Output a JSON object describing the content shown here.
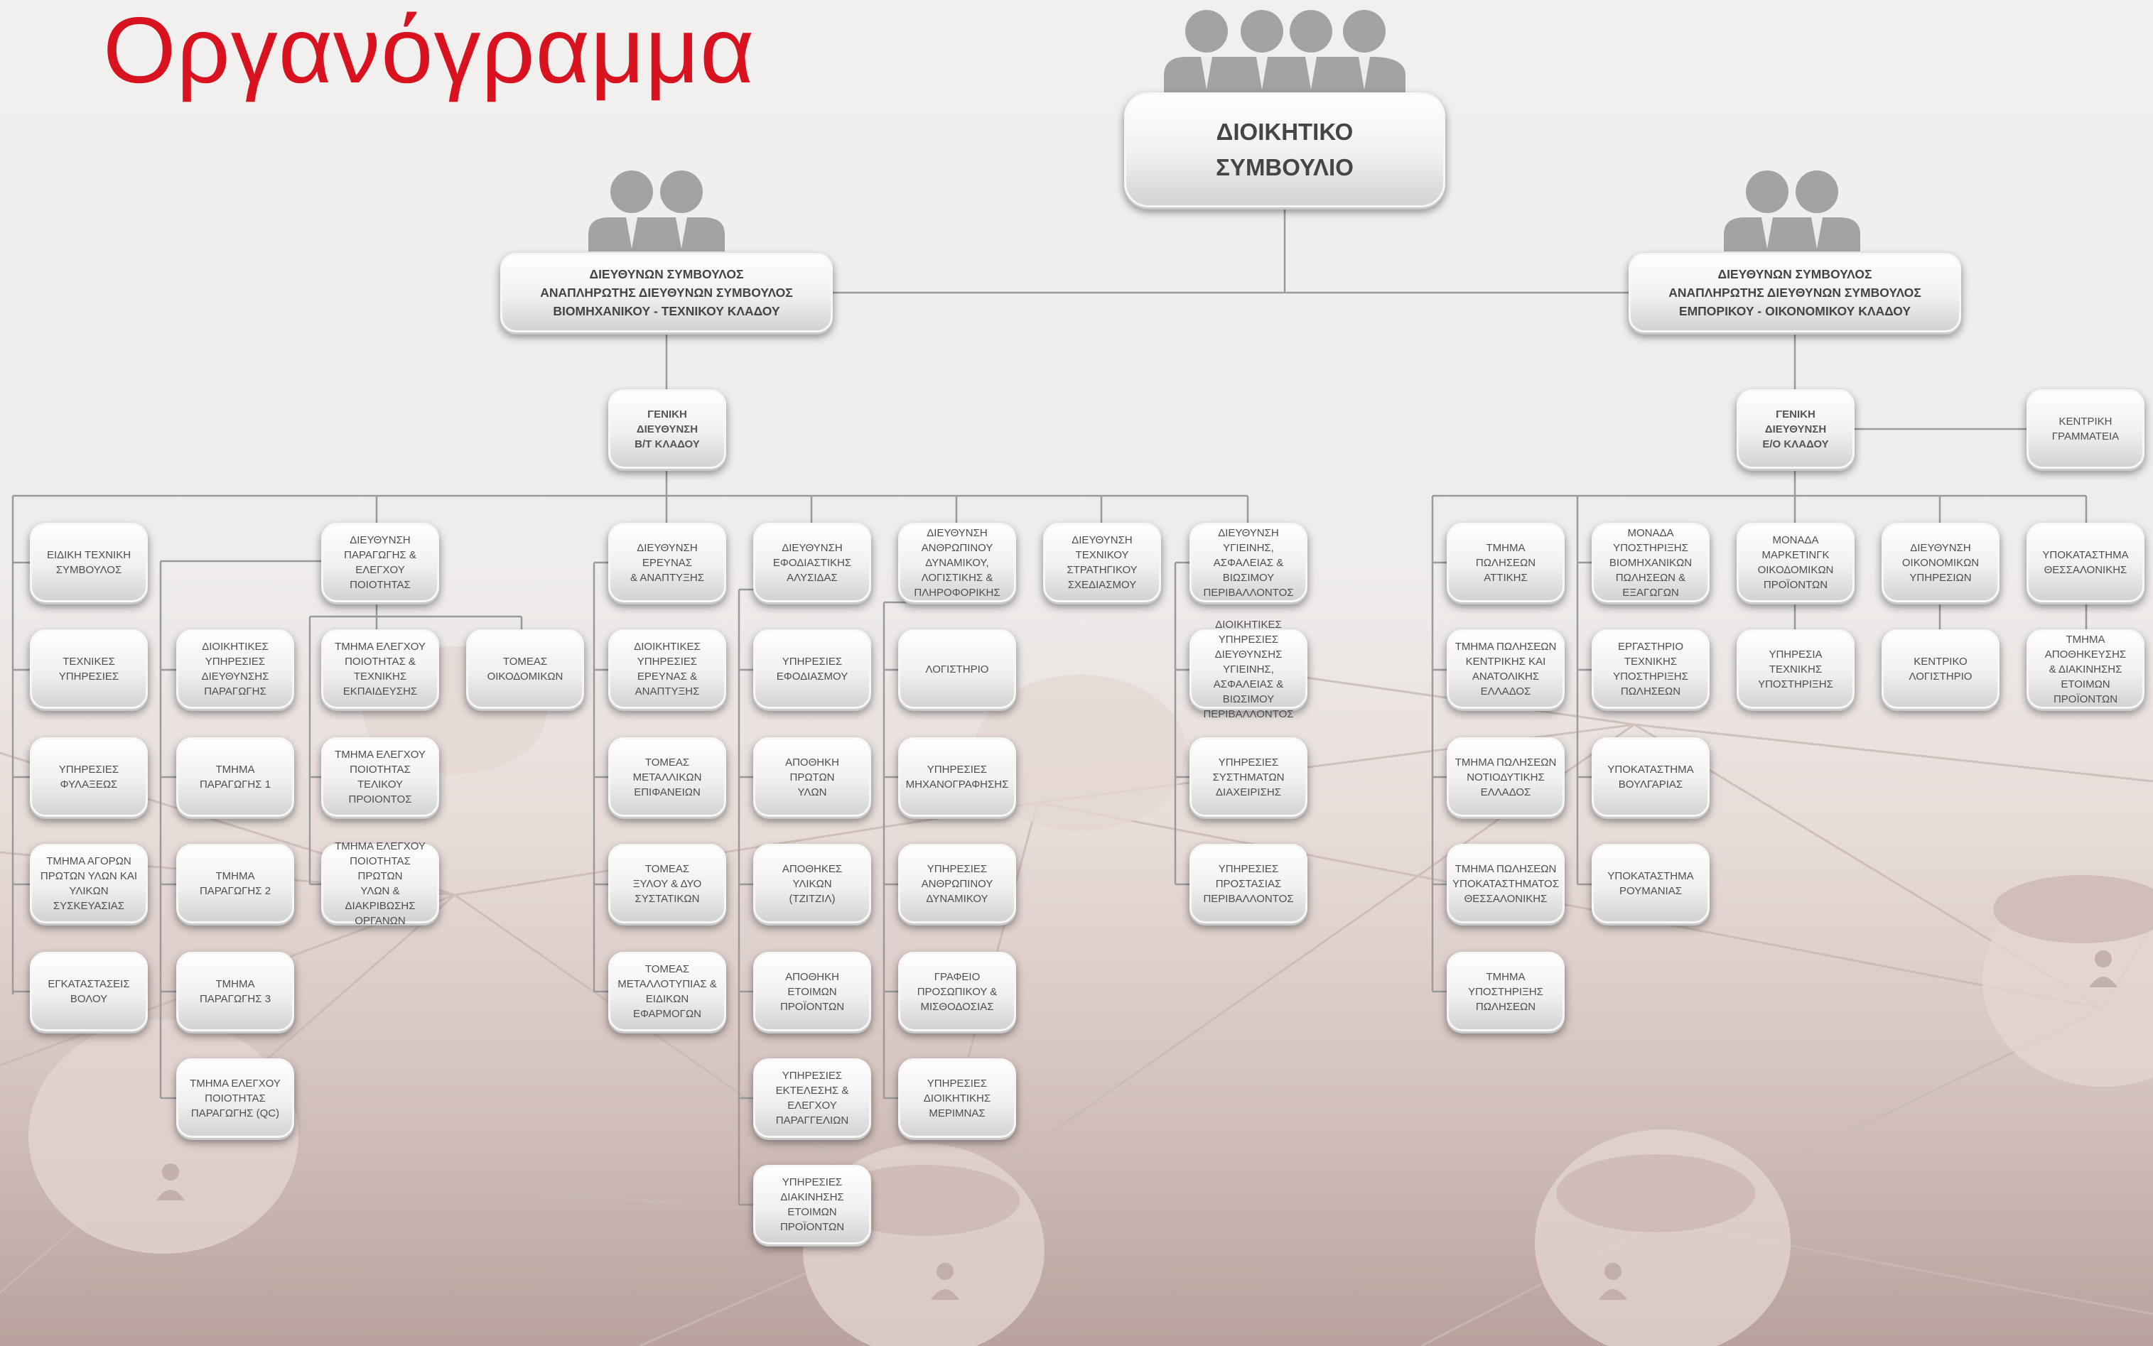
{
  "title": "Οργανόγραμμα",
  "board": {
    "label": "ΔΙΟΙΚΗΤΙΚΟ\nΣΥΜΒΟΥΛΙΟ"
  },
  "left_exec": {
    "label": "ΔΙΕΥΘΥΝΩΝ ΣΥΜΒΟΥΛΟΣ\nΑΝΑΠΛΗΡΩΤΗΣ ΔΙΕΥΘΥΝΩΝ ΣΥΜΒΟΥΛΟΣ\nΒΙΟΜΗΧΑΝΙΚΟΥ - ΤΕΧΝΙΚΟΥ ΚΛΑΔΟΥ"
  },
  "right_exec": {
    "label": "ΔΙΕΥΘΥΝΩΝ ΣΥΜΒΟΥΛΟΣ\nΑΝΑΠΛΗΡΩΤΗΣ ΔΙΕΥΘΥΝΩΝ ΣΥΜΒΟΥΛΟΣ\nΕΜΠΟΡΙΚΟΥ - ΟΙΚΟΝΟΜΙΚΟΥ ΚΛΑΔΟΥ"
  },
  "left_gm": {
    "label": "ΓΕΝΙΚΗ\nΔΙΕΥΘΥΝΣΗ\nΒ/Τ ΚΛΑΔΟΥ"
  },
  "right_gm": {
    "label": "ΓΕΝΙΚΗ\nΔΙΕΥΘΥΝΣΗ\nΕ/Ο ΚΛΑΔΟΥ"
  },
  "secretariat": {
    "label": "ΚΕΝΤΡΙΚΗ\nΓΡΑΜΜΑΤΕΙΑ"
  },
  "units": {
    "c1": [
      "ΕΙΔΙΚΗ ΤΕΧΝΙΚΗ\nΣΥΜΒΟΥΛΟΣ",
      "ΤΕΧΝΙΚΕΣ\nΥΠΗΡΕΣΙΕΣ",
      "ΥΠΗΡΕΣΙΕΣ\nΦΥΛΑΞΕΩΣ",
      "ΤΜΗΜΑ ΑΓΟΡΩΝ\nΠΡΩΤΩΝ ΥΛΩΝ ΚΑΙ\nΥΛΙΚΩΝ ΣΥΣΚΕΥΑΣΙΑΣ",
      "ΕΓΚΑΤΑΣΤΑΣΕΙΣ\nΒΟΛΟΥ"
    ],
    "c2": [
      "ΔΙΟΙΚΗΤΙΚΕΣ\nΥΠΗΡΕΣΙΕΣ\nΔΙΕΥΘΥΝΣΗΣ\nΠΑΡΑΓΩΓΗΣ",
      "ΤΜΗΜΑ\nΠΑΡΑΓΩΓΗΣ 1",
      "ΤΜΗΜΑ\nΠΑΡΑΓΩΓΗΣ 2",
      "ΤΜΗΜΑ\nΠΑΡΑΓΩΓΗΣ 3",
      "ΤΜΗΜΑ ΕΛΕΓΧΟΥ\nΠΟΙΟΤΗΤΑΣ\nΠΑΡΑΓΩΓΗΣ (QC)"
    ],
    "c3": [
      "ΔΙΕΥΘΥΝΣΗ\nΠΑΡΑΓΩΓΗΣ &\nΕΛΕΓΧΟΥ ΠΟΙΟΤΗΤΑΣ",
      "ΤΜΗΜΑ ΕΛΕΓΧΟΥ\nΠΟΙΟΤΗΤΑΣ &\nΤΕΧΝΙΚΗΣ\nΕΚΠΑΙΔΕΥΣΗΣ",
      "ΤΜΗΜΑ ΕΛΕΓΧΟΥ\nΠΟΙΟΤΗΤΑΣ ΤΕΛΙΚΟΥ\nΠΡΟΙΟΝΤΟΣ",
      "ΤΜΗΜΑ ΕΛΕΓΧΟΥ\nΠΟΙΟΤΗΤΑΣ ΠΡΩΤΩΝ\nΥΛΩΝ & ΔΙΑΚΡΙΒΩΣΗΣ\nΟΡΓΑΝΩΝ"
    ],
    "c4": [
      "ΤΟΜΕΑΣ\nΟΙΚΟΔΟΜΙΚΩΝ"
    ],
    "c5": [
      "ΔΙΕΥΘΥΝΣΗ ΕΡΕΥΝΑΣ\n& ΑΝΑΠΤΥΞΗΣ",
      "ΔΙΟΙΚΗΤΙΚΕΣ\nΥΠΗΡΕΣΙΕΣ\nΕΡΕΥΝΑΣ &\nΑΝΑΠΤΥΞΗΣ",
      "ΤΟΜΕΑΣ\nΜΕΤΑΛΛΙΚΩΝ\nΕΠΙΦΑΝΕΙΩΝ",
      "ΤΟΜΕΑΣ\nΞΥΛΟΥ & ΔΥΟ\nΣΥΣΤΑΤΙΚΩΝ",
      "ΤΟΜΕΑΣ\nΜΕΤΑΛΛΟΤΥΠΙΑΣ &\nΕΙΔΙΚΩΝ\nΕΦΑΡΜΟΓΩΝ"
    ],
    "c6": [
      "ΔΙΕΥΘΥΝΣΗ\nΕΦΟΔΙΑΣΤΙΚΗΣ\nΑΛΥΣΙΔΑΣ",
      "ΥΠΗΡΕΣΙΕΣ\nΕΦΟΔΙΑΣΜΟΥ",
      "ΑΠΟΘΗΚΗ\nΠΡΩΤΩΝ\nΥΛΩΝ",
      "ΑΠΟΘΗΚΕΣ\nΥΛΙΚΩΝ\n(ΤΖΙΤΖΙΛ)",
      "ΑΠΟΘΗΚΗ\nΕΤΟΙΜΩΝ\nΠΡΟΪΟΝΤΩΝ",
      "ΥΠΗΡΕΣΙΕΣ\nΕΚΤΕΛΕΣΗΣ &\nΕΛΕΓΧΟΥ\nΠΑΡΑΓΓΕΛΙΩΝ",
      "ΥΠΗΡΕΣΙΕΣ\nΔΙΑΚΙΝΗΣΗΣ\nΕΤΟΙΜΩΝ\nΠΡΟΪΟΝΤΩΝ"
    ],
    "c7": [
      "ΔΙΕΥΘΥΝΣΗ\nΑΝΘΡΩΠΙΝΟΥ ΔΥΝΑΜΙΚΟΥ,\nΛΟΓΙΣΤΙΚΗΣ &\nΠΛΗΡΟΦΟΡΙΚΗΣ",
      "ΛΟΓΙΣΤΗΡΙΟ",
      "ΥΠΗΡΕΣΙΕΣ\nΜΗΧΑΝΟΓΡΑΦΗΣΗΣ",
      "ΥΠΗΡΕΣΙΕΣ\nΑΝΘΡΩΠΙΝΟΥ\nΔΥΝΑΜΙΚΟΥ",
      "ΓΡΑΦΕΙΟ\nΠΡΟΣΩΠΙΚΟΥ &\nΜΙΣΘΟΔΟΣΙΑΣ",
      "ΥΠΗΡΕΣΙΕΣ\nΔΙΟΙΚΗΤΙΚΗΣ\nΜΕΡΙΜΝΑΣ"
    ],
    "c8": [
      "ΔΙΕΥΘΥΝΣΗ\nΤΕΧΝΙΚΟΥ\nΣΤΡΑΤΗΓΙΚΟΥ\nΣΧΕΔΙΑΣΜΟΥ"
    ],
    "c9": [
      "ΔΙΕΥΘΥΝΣΗ ΥΓΙΕΙΝΗΣ,\nΑΣΦΑΛΕΙΑΣ &\nΒΙΩΣΙΜΟΥ\nΠΕΡΙΒΑΛΛΟΝΤΟΣ",
      "ΔΙΟΙΚΗΤΙΚΕΣ ΥΠΗΡΕΣΙΕΣ\nΔΙΕΥΘΥΝΣΗΣ ΥΓΙΕΙΝΗΣ,\nΑΣΦΑΛΕΙΑΣ & ΒΙΩΣΙΜΟΥ\nΠΕΡΙΒΑΛΛΟΝΤΟΣ",
      "ΥΠΗΡΕΣΙΕΣ\nΣΥΣΤΗΜΑΤΩΝ\nΔΙΑΧΕΙΡΙΣΗΣ",
      "ΥΠΗΡΕΣΙΕΣ\nΠΡΟΣΤΑΣΙΑΣ\nΠΕΡΙΒΑΛΛΟΝΤΟΣ"
    ],
    "r1": [
      "ΤΜΗΜΑ\nΠΩΛΗΣΕΩΝ\nΑΤΤΙΚΗΣ",
      "ΤΜΗΜΑ ΠΩΛΗΣΕΩΝ\nΚΕΝΤΡΙΚΗΣ ΚΑΙ\nΑΝΑΤΟΛΙΚΗΣ\nΕΛΛΑΔΟΣ",
      "ΤΜΗΜΑ ΠΩΛΗΣΕΩΝ\nΝΟΤΙΟΔΥΤΙΚΗΣ\nΕΛΛΑΔΟΣ",
      "ΤΜΗΜΑ ΠΩΛΗΣΕΩΝ\nΥΠΟΚΑΤΑΣΤΗΜΑΤΟΣ\nΘΕΣΣΑΛΟΝΙΚΗΣ",
      "ΤΜΗΜΑ\nΥΠΟΣΤΗΡΙΞΗΣ\nΠΩΛΗΣΕΩΝ"
    ],
    "r2": [
      "ΜΟΝΑΔΑ ΥΠΟΣΤΗΡΙΞΗΣ\nΒΙΟΜΗΧΑΝΙΚΩΝ\nΠΩΛΗΣΕΩΝ &\nΕΞΑΓΩΓΩΝ",
      "ΕΡΓΑΣΤΗΡΙΟ\nΤΕΧΝΙΚΗΣ\nΥΠΟΣΤΗΡΙΞΗΣ\nΠΩΛΗΣΕΩΝ",
      "ΥΠΟΚΑΤΑΣΤΗΜΑ\nΒΟΥΛΓΑΡΙΑΣ",
      "ΥΠΟΚΑΤΑΣΤΗΜΑ\nΡΟΥΜΑΝΙΑΣ"
    ],
    "r3": [
      "ΜΟΝΑΔΑ\nΜΑΡΚΕΤΙΝΓΚ\nΟΙΚΟΔΟΜΙΚΩΝ\nΠΡΟΪΟΝΤΩΝ",
      "ΥΠΗΡΕΣΙΑ\nΤΕΧΝΙΚΗΣ\nΥΠΟΣΤΗΡΙΞΗΣ"
    ],
    "r4": [
      "ΔΙΕΥΘΥΝΣΗ\nΟΙΚΟΝΟΜΙΚΩΝ\nΥΠΗΡΕΣΙΩΝ",
      "ΚΕΝΤΡΙΚΟ\nΛΟΓΙΣΤΗΡΙΟ"
    ],
    "r5": [
      "ΥΠΟΚΑΤΑΣΤΗΜΑ\nΘΕΣΣΑΛΟΝΙΚΗΣ",
      "ΤΜΗΜΑ ΑΠΟΘΗΚΕΥΣΗΣ\n& ΔΙΑΚΙΝΗΣΗΣ\nΕΤΟΙΜΩΝ ΠΡΟΪΟΝΤΩΝ"
    ]
  },
  "colors": {
    "title": "#d8131f",
    "box_text": "#4e4e4e",
    "line": "#9a9a9a",
    "people_icon": "#a3a3a3"
  }
}
